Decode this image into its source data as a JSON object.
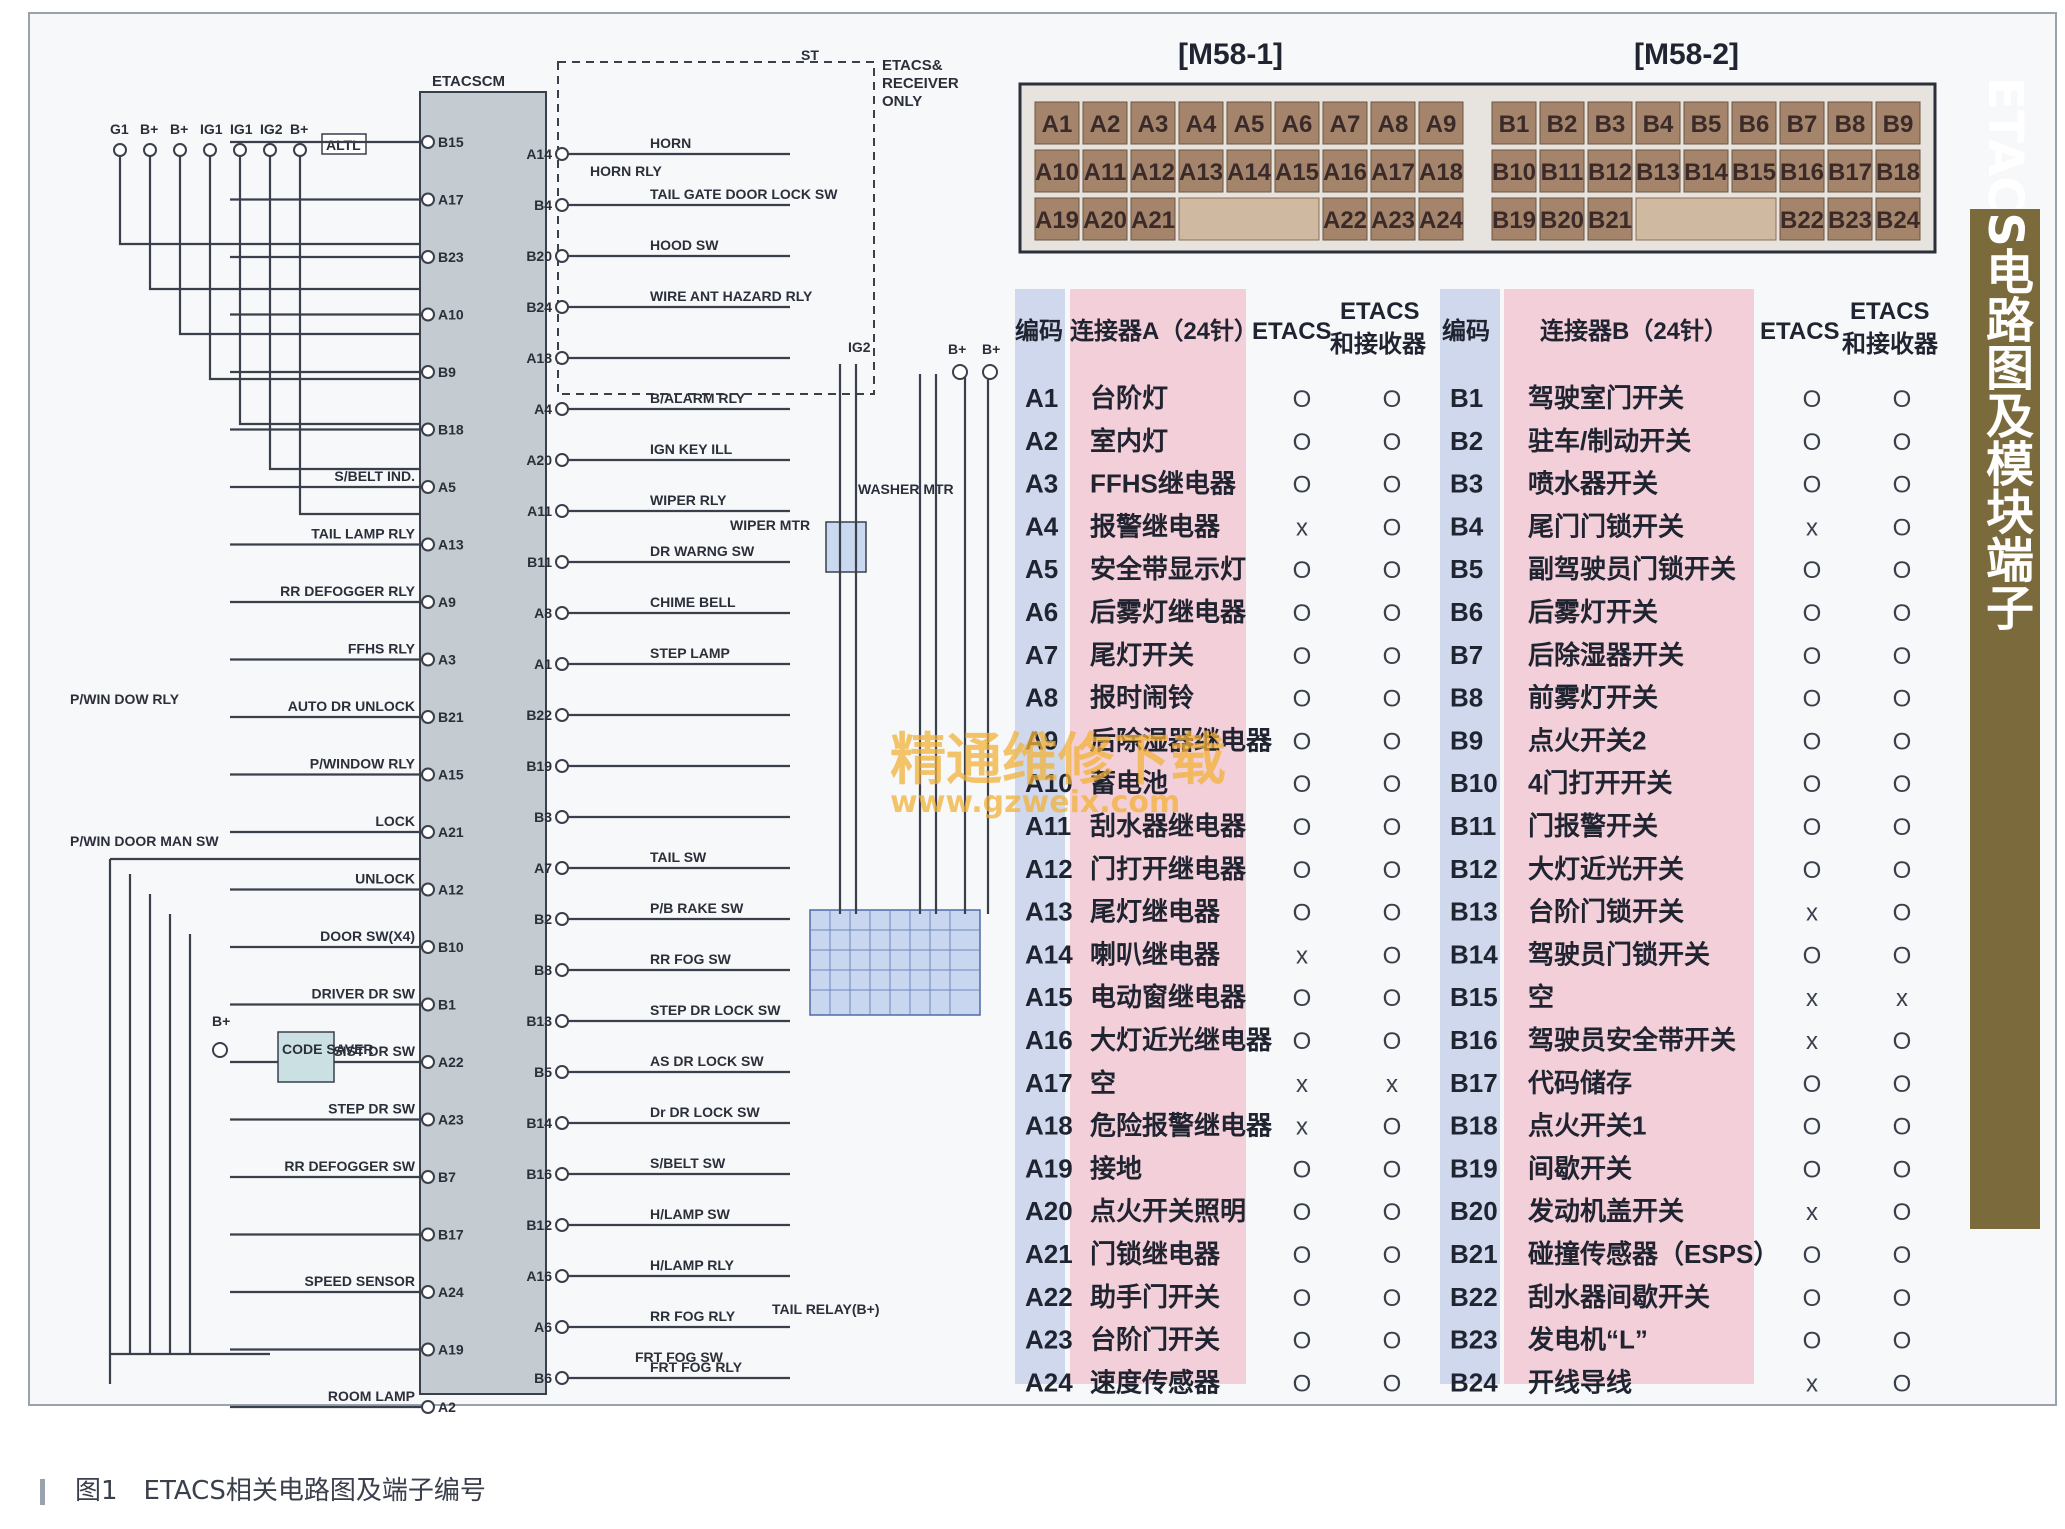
{
  "diagram": {
    "module_label": "ETACSCM",
    "receiver_note": [
      "ETACS&",
      "RECEIVER",
      "ONLY"
    ],
    "supply_left": [
      "G1",
      "B+",
      "B+",
      "IG1",
      "IG1",
      "IG2",
      "B+"
    ],
    "altl_label": "ALTL",
    "left_pins": [
      {
        "pin": "B15",
        "label": ""
      },
      {
        "pin": "A17",
        "label": ""
      },
      {
        "pin": "B23",
        "label": ""
      },
      {
        "pin": "A10",
        "label": ""
      },
      {
        "pin": "B9",
        "label": ""
      },
      {
        "pin": "B18",
        "label": ""
      },
      {
        "pin": "A5",
        "label": "S/BELT IND."
      },
      {
        "pin": "A13",
        "label": "TAIL LAMP RLY"
      },
      {
        "pin": "A9",
        "label": "RR DEFOGGER RLY"
      },
      {
        "pin": "A3",
        "label": "FFHS RLY"
      },
      {
        "pin": "B21",
        "label": "AUTO DR UNLOCK"
      },
      {
        "pin": "A15",
        "label": "P/WINDOW RLY"
      },
      {
        "pin": "A21",
        "label": "LOCK"
      },
      {
        "pin": "A12",
        "label": "UNLOCK"
      },
      {
        "pin": "B10",
        "label": "DOOR SW(X4)"
      },
      {
        "pin": "B1",
        "label": "DRIVER DR SW"
      },
      {
        "pin": "A22",
        "label": "ASSIST DR SW"
      },
      {
        "pin": "A23",
        "label": "STEP DR SW"
      },
      {
        "pin": "B7",
        "label": "RR DEFOGGER SW"
      },
      {
        "pin": "B17",
        "label": ""
      },
      {
        "pin": "A24",
        "label": "SPEED SENSOR"
      },
      {
        "pin": "A19",
        "label": ""
      },
      {
        "pin": "A2",
        "label": "ROOM LAMP"
      }
    ],
    "left_misc": {
      "pwin_relay": "P/WIN DOW RLY",
      "pwin_man": "P/WIN DOOR MAN SW",
      "code_saver": "CODE SAVER",
      "b_plus": "B+"
    },
    "right_pins": [
      {
        "pin": "A14",
        "label": "HORN"
      },
      {
        "pin": "B4",
        "label": "TAIL GATE DOOR LOCK SW"
      },
      {
        "pin": "B20",
        "label": "HOOD SW"
      },
      {
        "pin": "B24",
        "label": "WIRE ANT HAZARD RLY"
      },
      {
        "pin": "A18",
        "label": ""
      },
      {
        "pin": "A4",
        "label": "B/ALARM RLY"
      },
      {
        "pin": "A20",
        "label": "IGN KEY ILL"
      },
      {
        "pin": "A11",
        "label": "WIPER RLY"
      },
      {
        "pin": "B11",
        "label": "DR WARNG SW"
      },
      {
        "pin": "A8",
        "label": "CHIME BELL"
      },
      {
        "pin": "A1",
        "label": "STEP LAMP"
      },
      {
        "pin": "B22",
        "label": ""
      },
      {
        "pin": "B19",
        "label": ""
      },
      {
        "pin": "B3",
        "label": ""
      },
      {
        "pin": "A7",
        "label": "TAIL SW"
      },
      {
        "pin": "B2",
        "label": "P/B RAKE SW"
      },
      {
        "pin": "B8",
        "label": "RR FOG SW"
      },
      {
        "pin": "B13",
        "label": "STEP DR LOCK SW"
      },
      {
        "pin": "B5",
        "label": "AS DR LOCK SW"
      },
      {
        "pin": "B14",
        "label": "Dr DR LOCK SW"
      },
      {
        "pin": "B16",
        "label": "S/BELT SW"
      },
      {
        "pin": "B12",
        "label": "H/LAMP SW"
      },
      {
        "pin": "A16",
        "label": "H/LAMP RLY"
      },
      {
        "pin": "A6",
        "label": "RR FOG RLY"
      },
      {
        "pin": "B6",
        "label": "FRT FOG RLY"
      }
    ],
    "right_misc": {
      "horn_rly": "HORN RLY",
      "wiper_mtr": "WIPER MTR",
      "washer_mtr": "WASHER MTR",
      "frt_fog_sw": "FRT FOG SW",
      "tail_relay": "TAIL RELAY(B+)",
      "ig2": "IG2",
      "b_plus": "B+",
      "st": "ST"
    }
  },
  "connectors": {
    "m58_1": {
      "title": "[M58-1]",
      "rows": [
        [
          "A1",
          "A2",
          "A3",
          "A4",
          "A5",
          "A6",
          "A7",
          "A8",
          "A9"
        ],
        [
          "A10",
          "A11",
          "A12",
          "A13",
          "A14",
          "A15",
          "A16",
          "A17",
          "A18"
        ],
        [
          "A19",
          "A20",
          "A21",
          "",
          "",
          "A22",
          "A23",
          "A24"
        ]
      ]
    },
    "m58_2": {
      "title": "[M58-2]",
      "rows": [
        [
          "B1",
          "B2",
          "B3",
          "B4",
          "B5",
          "B6",
          "B7",
          "B8",
          "B9"
        ],
        [
          "B10",
          "B11",
          "B12",
          "B13",
          "B14",
          "B15",
          "B16",
          "B17",
          "B18"
        ],
        [
          "B19",
          "B20",
          "B21",
          "",
          "",
          "B22",
          "B23",
          "B24"
        ]
      ]
    }
  },
  "table": {
    "headers": {
      "code": "编码",
      "conn_a": "连接器A（24针）",
      "etacs": "ETACS",
      "etacs_recv_1": "ETACS",
      "etacs_recv_2": "和接收器",
      "conn_b": "连接器B（24针）"
    },
    "rows_a": [
      [
        "A1",
        "台阶灯",
        "O",
        "O"
      ],
      [
        "A2",
        "室内灯",
        "O",
        "O"
      ],
      [
        "A3",
        "FFHS继电器",
        "O",
        "O"
      ],
      [
        "A4",
        "报警继电器",
        "x",
        "O"
      ],
      [
        "A5",
        "安全带显示灯",
        "O",
        "O"
      ],
      [
        "A6",
        "后雾灯继电器",
        "O",
        "O"
      ],
      [
        "A7",
        "尾灯开关",
        "O",
        "O"
      ],
      [
        "A8",
        "报时闹铃",
        "O",
        "O"
      ],
      [
        "A9",
        "后除湿器继电器",
        "O",
        "O"
      ],
      [
        "A10",
        "蓄电池",
        "O",
        "O"
      ],
      [
        "A11",
        "刮水器继电器",
        "O",
        "O"
      ],
      [
        "A12",
        "门打开继电器",
        "O",
        "O"
      ],
      [
        "A13",
        "尾灯继电器",
        "O",
        "O"
      ],
      [
        "A14",
        "喇叭继电器",
        "x",
        "O"
      ],
      [
        "A15",
        "电动窗继电器",
        "O",
        "O"
      ],
      [
        "A16",
        "大灯近光继电器",
        "O",
        "O"
      ],
      [
        "A17",
        "空",
        "x",
        "x"
      ],
      [
        "A18",
        "危险报警继电器",
        "x",
        "O"
      ],
      [
        "A19",
        "接地",
        "O",
        "O"
      ],
      [
        "A20",
        "点火开关照明",
        "O",
        "O"
      ],
      [
        "A21",
        "门锁继电器",
        "O",
        "O"
      ],
      [
        "A22",
        "助手门开关",
        "O",
        "O"
      ],
      [
        "A23",
        "台阶门开关",
        "O",
        "O"
      ],
      [
        "A24",
        "速度传感器",
        "O",
        "O"
      ]
    ],
    "rows_b": [
      [
        "B1",
        "驾驶室门开关",
        "O",
        "O"
      ],
      [
        "B2",
        "驻车/制动开关",
        "O",
        "O"
      ],
      [
        "B3",
        "喷水器开关",
        "O",
        "O"
      ],
      [
        "B4",
        "尾门门锁开关",
        "x",
        "O"
      ],
      [
        "B5",
        "副驾驶员门锁开关",
        "O",
        "O"
      ],
      [
        "B6",
        "后雾灯开关",
        "O",
        "O"
      ],
      [
        "B7",
        "后除湿器开关",
        "O",
        "O"
      ],
      [
        "B8",
        "前雾灯开关",
        "O",
        "O"
      ],
      [
        "B9",
        "点火开关2",
        "O",
        "O"
      ],
      [
        "B10",
        "4门打开开关",
        "O",
        "O"
      ],
      [
        "B11",
        "门报警开关",
        "O",
        "O"
      ],
      [
        "B12",
        "大灯近光开关",
        "O",
        "O"
      ],
      [
        "B13",
        "台阶门锁开关",
        "x",
        "O"
      ],
      [
        "B14",
        "驾驶员门锁开关",
        "O",
        "O"
      ],
      [
        "B15",
        "空",
        "x",
        "x"
      ],
      [
        "B16",
        "驾驶员安全带开关",
        "x",
        "O"
      ],
      [
        "B17",
        "代码储存",
        "O",
        "O"
      ],
      [
        "B18",
        "点火开关1",
        "O",
        "O"
      ],
      [
        "B19",
        "间歇开关",
        "O",
        "O"
      ],
      [
        "B20",
        "发动机盖开关",
        "x",
        "O"
      ],
      [
        "B21",
        "碰撞传感器（ESPS）",
        "O",
        "O"
      ],
      [
        "B22",
        "刮水器间歇开关",
        "O",
        "O"
      ],
      [
        "B23",
        "发电机“L”",
        "O",
        "O"
      ],
      [
        "B24",
        "开线导线",
        "x",
        "O"
      ]
    ]
  },
  "side_title": "ETACS电路图及模块端子",
  "watermark": {
    "line1": "精通维修下载",
    "line2": "www.gzweix.com"
  },
  "caption": "图1　ETACS相关电路图及端子编号",
  "colors": {
    "connector_bg": "#a4856b",
    "table_pink": "#f3cfd9",
    "table_blue": "#cfd8ec",
    "side_banner": "#7a6a3c"
  }
}
